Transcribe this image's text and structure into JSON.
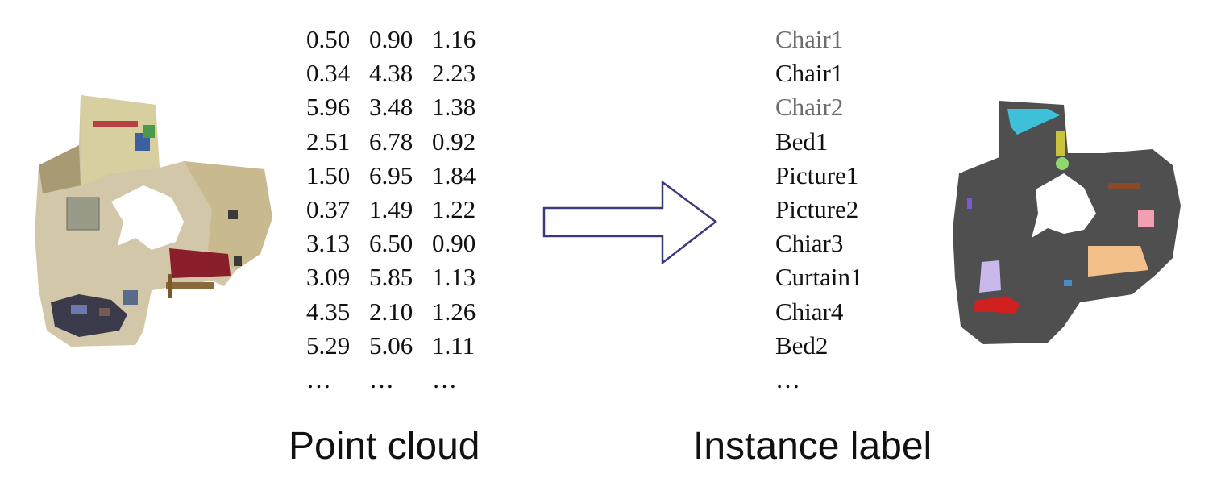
{
  "point_cloud": {
    "caption": "Point cloud",
    "rows": [
      [
        "0.50",
        "0.90",
        "1.16"
      ],
      [
        "0.34",
        "4.38",
        "2.23"
      ],
      [
        "5.96",
        "3.48",
        "1.38"
      ],
      [
        "2.51",
        "6.78",
        "0.92"
      ],
      [
        "1.50",
        "6.95",
        "1.84"
      ],
      [
        "0.37",
        "1.49",
        "1.22"
      ],
      [
        "3.13",
        "6.50",
        "0.90"
      ],
      [
        "3.09",
        "5.85",
        "1.13"
      ],
      [
        "4.35",
        "2.10",
        "1.26"
      ],
      [
        "5.29",
        "5.06",
        "1.11"
      ]
    ],
    "ellipsis": [
      "…",
      "…",
      "…"
    ]
  },
  "instance_label": {
    "caption": "Instance label",
    "items": [
      {
        "text": "Chair1",
        "color": "#6b6b6b"
      },
      {
        "text": "Chair1",
        "color": "#111111"
      },
      {
        "text": "Chair2",
        "color": "#6b6b6b"
      },
      {
        "text": "Bed1",
        "color": "#111111"
      },
      {
        "text": "Picture1",
        "color": "#111111"
      },
      {
        "text": "Picture2",
        "color": "#111111"
      },
      {
        "text": "Chiar3",
        "color": "#111111"
      },
      {
        "text": "Curtain1",
        "color": "#111111"
      },
      {
        "text": "Chiar4",
        "color": "#111111"
      },
      {
        "text": "Bed2",
        "color": "#111111"
      }
    ],
    "ellipsis": "…"
  },
  "arrow": {
    "stroke": "#3a3a7a"
  },
  "segmentation_colors": {
    "base": "#4f4f4f",
    "cyan": "#3ec0d8",
    "yellow": "#c9c23a",
    "green": "#8fd86a",
    "brown": "#8a4a2a",
    "pink": "#f0a0b0",
    "peach": "#f2c088",
    "lavender": "#c8b8ec",
    "red": "#d02020",
    "purple": "#7a5ad0",
    "blue": "#4a8cc8"
  }
}
